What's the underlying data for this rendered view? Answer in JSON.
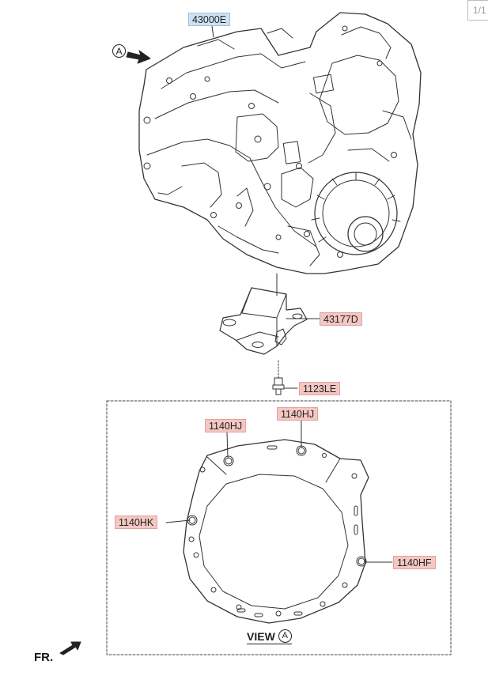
{
  "page_indicator": "1/1",
  "callouts": {
    "transaxle": "43000E",
    "bracket": "43177D",
    "bolt": "1123LE",
    "hj_left": "1140HJ",
    "hj_right": "1140HJ",
    "hk": "1140HK",
    "hf": "1140HF"
  },
  "view": {
    "word": "VIEW",
    "letter": "A"
  },
  "direction_arrow": {
    "letter": "A"
  },
  "front_label": "FR."
}
